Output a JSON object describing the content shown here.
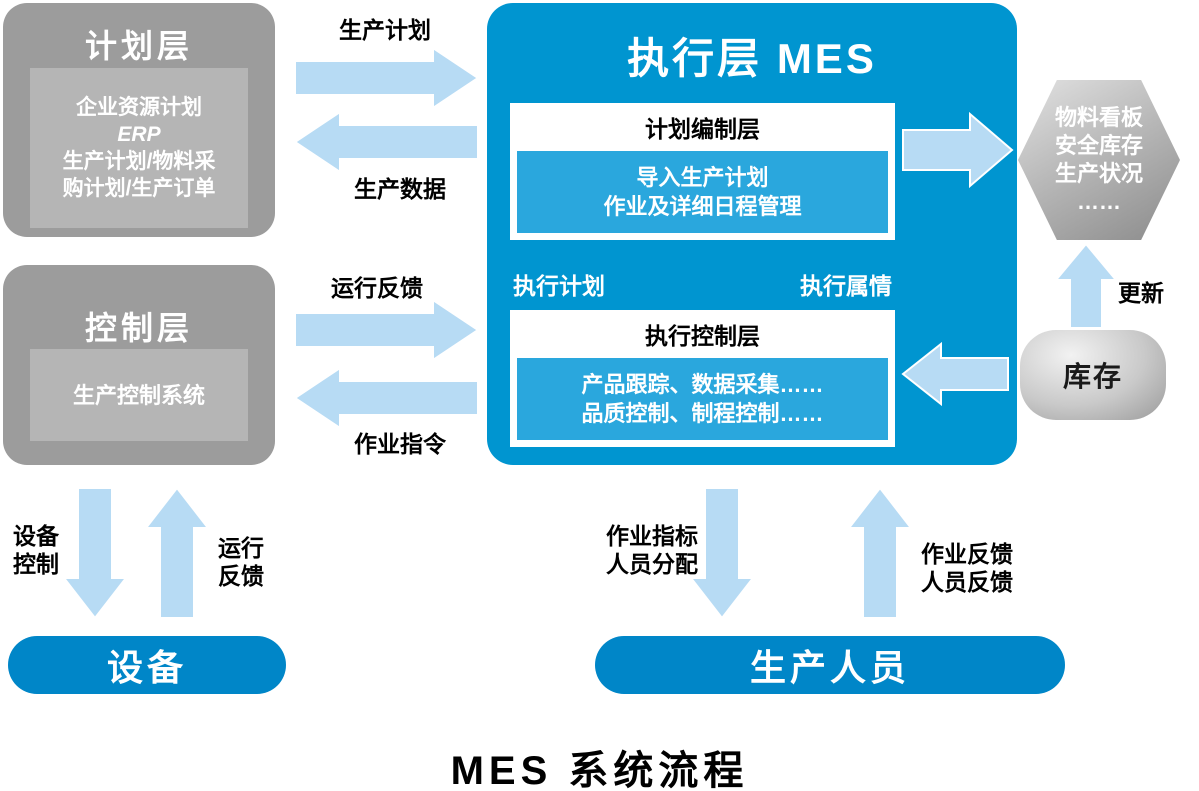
{
  "diagram_title": "MES 系统流程",
  "planning_layer": {
    "title": "计划层",
    "erp_lines": [
      "企业资源计划",
      "ERP",
      "生产计划/物料采",
      "购计划/生产订单"
    ]
  },
  "control_layer": {
    "title": "控制层",
    "system": "生产控制系统"
  },
  "mes": {
    "title": "执行层 MES",
    "planning_box": {
      "header": "计划编制层",
      "lines": [
        "导入生产计划",
        "作业及详细日程管理"
      ]
    },
    "exec_plan_label": "执行计划",
    "exec_detail_label": "执行属情",
    "exec_box": {
      "header": "执行控制层",
      "lines": [
        "产品跟踪、数据采集……",
        "品质控制、制程控制……"
      ]
    }
  },
  "kanban": {
    "lines": [
      "物料看板",
      "安全库存",
      "生产状况",
      "……"
    ]
  },
  "inventory_label": "库存",
  "arrow_labels": {
    "production_plan": "生产计划",
    "production_data": "生产数据",
    "run_feedback": "运行反馈",
    "work_order": "作业指令",
    "update": "更新",
    "device_control": [
      "设备",
      "控制"
    ],
    "device_feedback": [
      "运行",
      "反馈"
    ],
    "work_assign": [
      "作业指标",
      "人员分配"
    ],
    "work_feedback": [
      "作业反馈",
      "人员反馈"
    ]
  },
  "equipment_label": "设备",
  "personnel_label": "生产人员",
  "colors": {
    "mes_blue": "#0095d0",
    "pill_blue": "#0086c8",
    "inner_blue": "#2aa7dd",
    "arrow_blue": "#b7dbf4",
    "gray_outer": "#9c9c9c",
    "gray_inner": "#b5b5b5"
  }
}
